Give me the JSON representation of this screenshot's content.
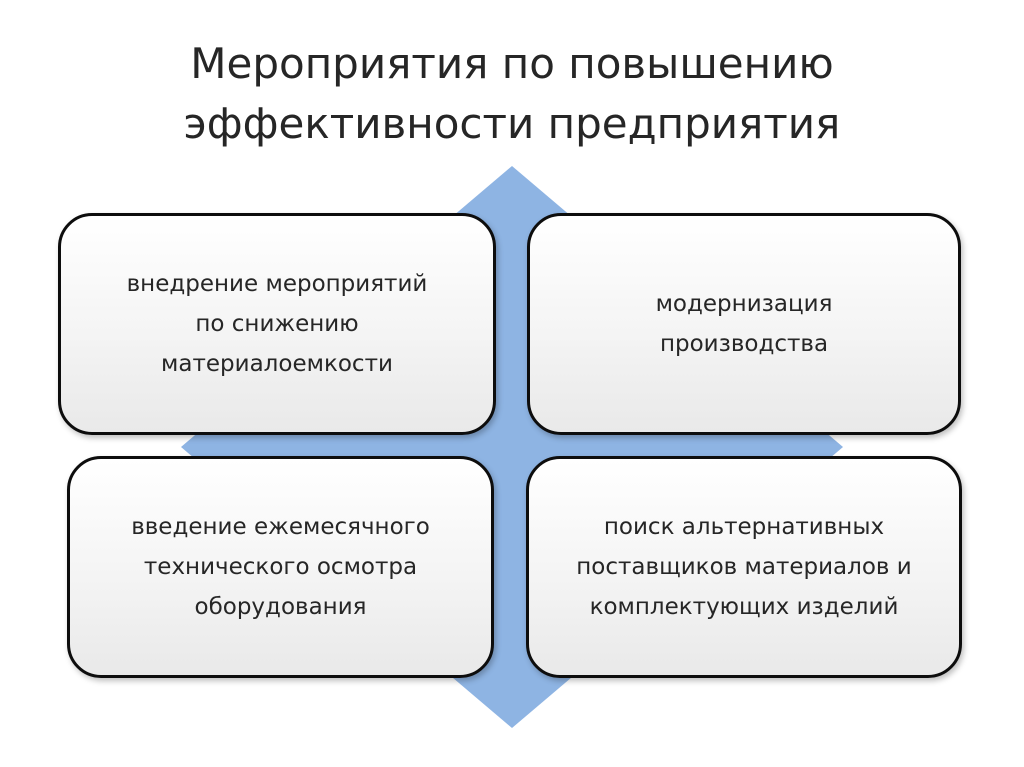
{
  "title": {
    "line1": "Мероприятия по повышению",
    "line2": "эффективности предприятия"
  },
  "colors": {
    "diamond": "#8eb4e3",
    "box_border": "#0d0d0d",
    "text": "#262626"
  },
  "boxes": {
    "top_left": "внедрение мероприятий\nпо снижению\nматериалоемкости",
    "top_right": "модернизация\nпроизводства",
    "bottom_left": "введение ежемесячного\nтехнического осмотра\nоборудования",
    "bottom_right": "поиск альтернативных\nпоставщиков материалов и\nкомплектующих изделий"
  }
}
